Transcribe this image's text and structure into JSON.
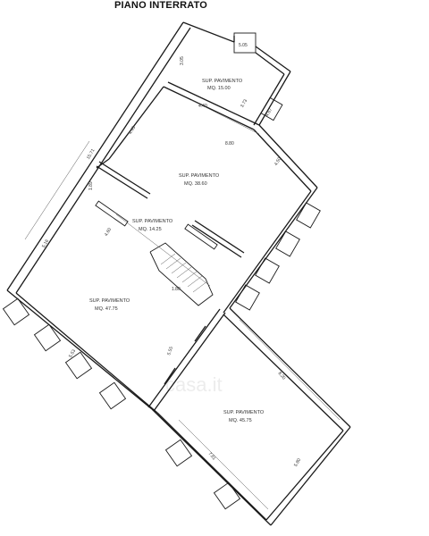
{
  "title": "PIANO INTERRATO",
  "rooms": [
    {
      "label": "SUP. PAVIMENTO",
      "area": "MQ. 15.00"
    },
    {
      "label": "SUP. PAVIMENTO",
      "area": "MQ. 38.60"
    },
    {
      "label": "SUP. PAVIMENTO",
      "area": "MQ. 14.25"
    },
    {
      "label": "SUP. PAVIMENTO",
      "area": "MQ. 47.75"
    },
    {
      "label": "SUP. PAVIMENTO",
      "area": "MQ. 45.75"
    }
  ],
  "dimensions": [
    "5.05",
    "3.05",
    "4.40",
    "3.73",
    "4.67",
    "4.45",
    "8.80",
    "4.50",
    "15.71",
    "1.89",
    "4.60",
    "5.16",
    "1.80",
    "5.55",
    "5.53",
    "8.20",
    "7.61",
    "5.80"
  ],
  "watermark": "casa.it"
}
